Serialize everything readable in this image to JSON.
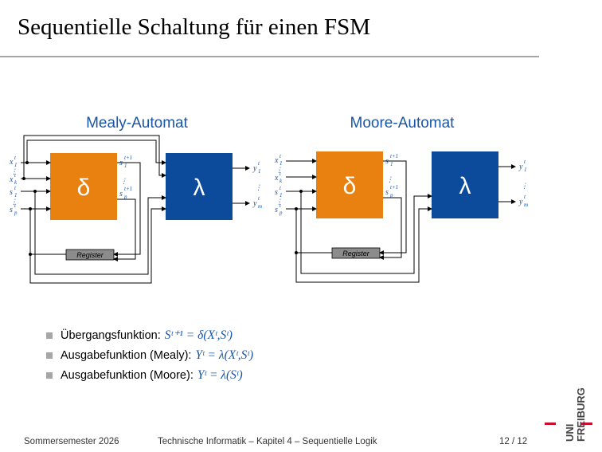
{
  "slide": {
    "title": "Sequentielle Schaltung für einen FSM",
    "page": "12 / 12"
  },
  "mealy": {
    "heading": "Mealy-Automat",
    "delta": "δ",
    "lambda": "λ",
    "register": "Register"
  },
  "moore": {
    "heading": "Moore-Automat",
    "delta": "δ",
    "lambda": "λ",
    "register": "Register"
  },
  "colors": {
    "delta": "#e8810f",
    "lambda": "#0c4b9c",
    "text_blue": "#1a56a6",
    "register": "#8c8c8c"
  },
  "bullets": [
    {
      "label": "Übergangsfunktion:",
      "formula": "Sᵗ⁺¹ = δ(Xᵗ,Sᵗ)"
    },
    {
      "label": "Ausgabefunktion (Mealy):",
      "formula": "Yᵗ = λ(Xᵗ,Sᵗ)"
    },
    {
      "label": "Ausgabefunktion (Moore):",
      "formula": "Yᵗ = λ(Sᵗ)"
    }
  ],
  "footer": {
    "left": "Sommersemester 2026",
    "center": "Technische Informatik – Kapitel 4 – Sequentielle Logik",
    "right": "12 / 12"
  },
  "logo": {
    "line1": "UNI",
    "line2": "FREIBURG"
  }
}
